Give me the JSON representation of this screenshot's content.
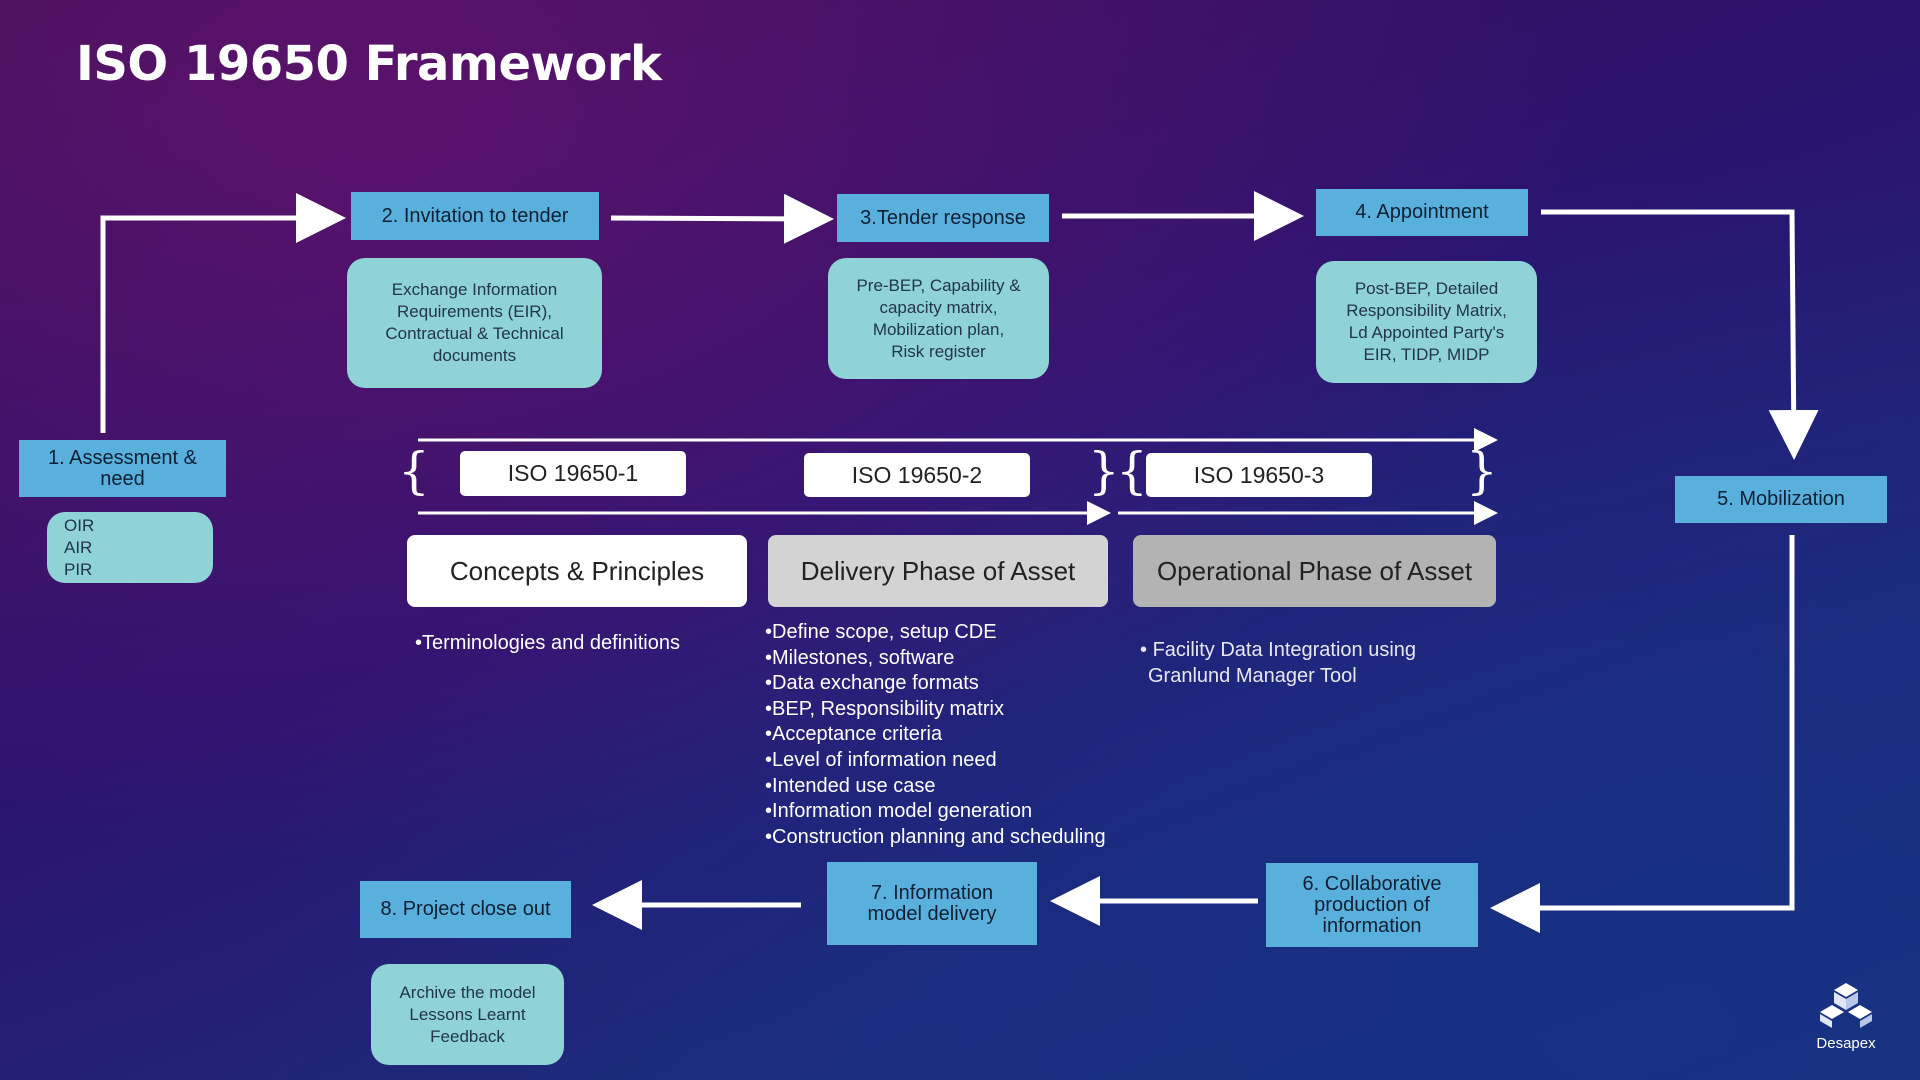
{
  "title": "ISO 19650 Framework",
  "steps": {
    "s1": "1. Assessment &\nneed",
    "s2": "2. Invitation to tender",
    "s3": "3.Tender response",
    "s4": "4. Appointment",
    "s5": "5. Mobilization",
    "s6": "6. Collaborative\nproduction of\ninformation",
    "s7": "7. Information\nmodel delivery",
    "s8": "8. Project close out"
  },
  "details": {
    "d1": "OIR\nAIR\nPIR",
    "d2": "Exchange Information\nRequirements (EIR),\nContractual & Technical\ndocuments",
    "d3": "Pre-BEP, Capability &\ncapacity matrix,\nMobilization plan,\nRisk register",
    "d4": "Post-BEP, Detailed\nResponsibility Matrix,\nLd Appointed Party's\nEIR, TIDP, MIDP",
    "d8": "Archive the model\nLessons Learnt\nFeedback"
  },
  "iso_parts": [
    "ISO 19650-1",
    "ISO 19650-2",
    "ISO 19650-3"
  ],
  "phases": [
    "Concepts & Principles",
    "Delivery Phase of Asset",
    "Operational Phase of Asset"
  ],
  "phase_bullets": {
    "concepts": [
      "Terminologies and definitions"
    ],
    "delivery": [
      "Define scope, setup CDE",
      "Milestones, software",
      "Data exchange formats",
      "BEP, Responsibility matrix",
      "Acceptance criteria",
      "Level of information need",
      "Intended use case",
      "Information model generation",
      "Construction planning and scheduling"
    ],
    "operational": [
      "Facility Data Integration using",
      "Granlund Manager Tool"
    ]
  },
  "logo": {
    "name": "Desapex"
  },
  "colors": {
    "step_box": "#5ab0dd",
    "detail_box": "#8fd3d6",
    "phase_white": "#ffffff",
    "phase_gray": "#d3d3d3",
    "phase_dark_gray": "#b3b3b3"
  }
}
